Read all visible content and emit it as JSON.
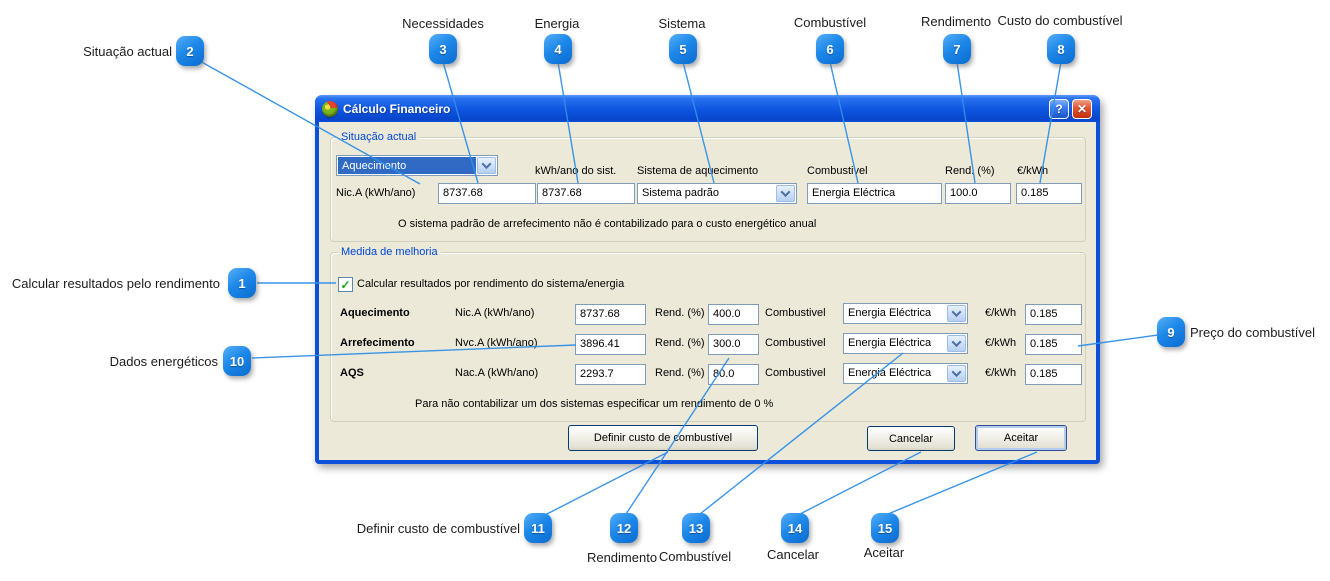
{
  "colors": {
    "callout_blue": "#1d88e9",
    "titlebar_blue": "#0f57e2",
    "client_bg": "#ece9d8",
    "selection_blue": "#316ac5",
    "group_label_blue": "#0046d5"
  },
  "callouts": {
    "items": [
      {
        "num": "1",
        "label": "Calcular resultados pelo rendimento"
      },
      {
        "num": "2",
        "label": "Situação actual"
      },
      {
        "num": "3",
        "label": "Necessidades"
      },
      {
        "num": "4",
        "label": "Energia"
      },
      {
        "num": "5",
        "label": "Sistema"
      },
      {
        "num": "6",
        "label": "Combustível"
      },
      {
        "num": "7",
        "label": "Rendimento"
      },
      {
        "num": "8",
        "label": "Custo do combustível"
      },
      {
        "num": "9",
        "label": "Preço do combustível"
      },
      {
        "num": "10",
        "label": "Dados energéticos"
      },
      {
        "num": "11",
        "label": "Definir custo de combustível"
      },
      {
        "num": "12",
        "label": "Rendimento"
      },
      {
        "num": "13",
        "label": "Combustível"
      },
      {
        "num": "14",
        "label": "Cancelar"
      },
      {
        "num": "15",
        "label": "Aceitar"
      }
    ]
  },
  "dialog": {
    "title": "Cálculo Financeiro",
    "titlebar": {
      "help_glyph": "?",
      "close_glyph": "✕"
    },
    "situacao": {
      "legend": "Situação actual",
      "type_value": "Aquecimento",
      "col_kwh": "kWh/ano do sist.",
      "col_sistema": "Sistema de aquecimento",
      "col_combustivel": "Combustivel",
      "col_rend": "Rend. (%)",
      "col_eur": "€/kWh",
      "nic_label": "Nic.A (kWh/ano)",
      "nic_value": "8737.68",
      "kwh_value": "8737.68",
      "sistema_value": "Sistema padrão",
      "combustivel_value": "Energia Eléctrica",
      "rend_value": "100.0",
      "eur_value": "0.185",
      "note": "O sistema padrão de arrefecimento não é contabilizado para o custo energético anual"
    },
    "melhoria": {
      "legend": "Medida de melhoria",
      "checkbox_label": "Calcular resultados por rendimento do sistema/energia",
      "checkbox_checked": true,
      "check_glyph": "✓",
      "rows": [
        {
          "name": "Aquecimento",
          "need_label": "Nic.A (kWh/ano)",
          "need_value": "8737.68",
          "rend_label": "Rend. (%)",
          "rend_value": "400.0",
          "comb_label": "Combustivel",
          "comb_value": "Energia Eléctrica",
          "eur_label": "€/kWh",
          "eur_value": "0.185"
        },
        {
          "name": "Arrefecimento",
          "need_label": "Nvc.A (kWh/ano)",
          "need_value": "3896.41",
          "rend_label": "Rend. (%)",
          "rend_value": "300.0",
          "comb_label": "Combustivel",
          "comb_value": "Energia Eléctrica",
          "eur_label": "€/kWh",
          "eur_value": "0.185"
        },
        {
          "name": "AQS",
          "need_label": "Nac.A (kWh/ano)",
          "need_value": "2293.7",
          "rend_label": "Rend. (%)",
          "rend_value": "80.0",
          "comb_label": "Combustivel",
          "comb_value": "Energia Eléctrica",
          "eur_label": "€/kWh",
          "eur_value": "0.185"
        }
      ],
      "note": "Para não contabilizar um dos sistemas especificar um rendimento de 0 %"
    },
    "buttons": {
      "definir": "Definir custo de combustível",
      "cancelar": "Cancelar",
      "aceitar": "Aceitar"
    }
  }
}
